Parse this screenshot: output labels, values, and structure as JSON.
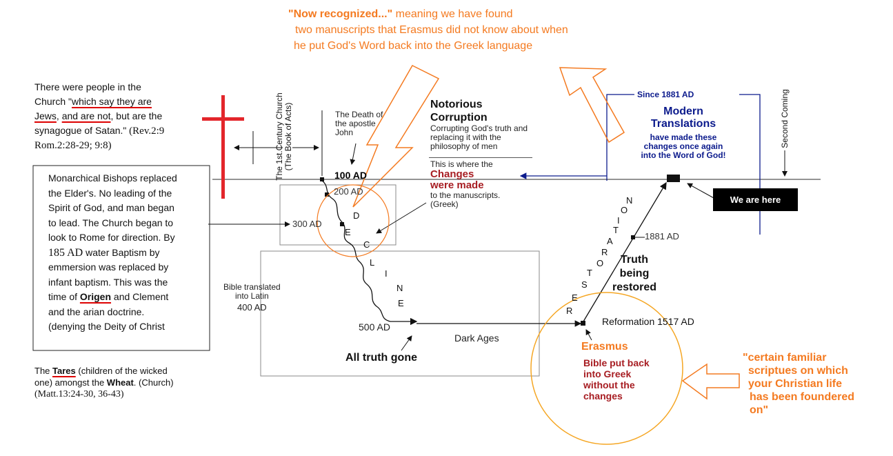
{
  "top_note": {
    "quote": "\"Now recognized...\"",
    "line1_rest": " meaning we have found",
    "line2": "two manuscripts that Erasmus did not know about when",
    "line3": "he put God's Word back into the Greek language"
  },
  "jews_note": {
    "l1": "There were people in the",
    "l2_pre": "Church \"",
    "l2_ul": "which say they are",
    "l3_ul1": "Jews",
    "l3_mid": ", ",
    "l3_ul2": "and are not",
    "l3_post": ", but are the",
    "l4": "synagogue of Satan.\"",
    "l4_ref": " (Rev.2:9",
    "l5": "Rom.2:28-29; 9:8)"
  },
  "bishops_box": {
    "l1": "Monarchical Bishops replaced",
    "l2": "the Elder's. No leading of the",
    "l3": "Spirit of God, and man began",
    "l4": "to lead. The Church began to",
    "l5": "look to Rome for direction. By",
    "l6_num": "185 AD",
    "l6_rest": " water Baptism by",
    "l7": "emmersion was replaced by",
    "l8": "infant baptism. This was the",
    "l9_pre": "time of ",
    "l9_ul": "Origen",
    "l9_post": " and Clement",
    "l10": "and the arian doctrine.",
    "l11": "(denying the Deity of Christ"
  },
  "tares_note": {
    "pre": "The ",
    "tares": "Tares",
    "mid": " (children of the wicked",
    "l2_pre": "one) amongst the ",
    "wheat": "Wheat",
    "l2_post": ". (Church)",
    "l3": "(Matt.13:24-30, 36-43)"
  },
  "first_century": {
    "l1": "The 1st.Century Church",
    "l2": "(The Book of Acts)"
  },
  "death_of_john": {
    "l1": "The Death of",
    "l2": "the apostle",
    "l3": "John"
  },
  "timeline": {
    "ad100": "100 AD",
    "ad200": "200 AD",
    "ad300": "300 AD",
    "ad500": "500 AD",
    "ad1881": "1881 AD",
    "latin_l1": "Bible translated",
    "latin_l2": "into Latin",
    "latin_l3": "400 AD",
    "dark_ages": "Dark Ages",
    "all_truth_gone": "All truth gone",
    "reformation": "Reformation 1517 AD",
    "truth_l1": "Truth",
    "truth_l2": "being",
    "truth_l3": "restored",
    "decline_letters": [
      "D",
      "E",
      "C",
      "L",
      "I",
      "N",
      "E"
    ],
    "restoration_letters": [
      "R",
      "E",
      "S",
      "T",
      "O",
      "R",
      "A",
      "T",
      "I",
      "O",
      "N"
    ]
  },
  "corruption": {
    "title_l1": "Notorious",
    "title_l2": "Corruption",
    "l1": "Corrupting God's truth and",
    "l2": "replacing it with the",
    "l3": "philosophy of men",
    "where_l1": "This is where the",
    "changes_l1": "Changes",
    "changes_l2": "were made",
    "to_l1": "to the manuscripts.",
    "to_l2": "(Greek)"
  },
  "modern": {
    "since": "Since 1881 AD",
    "title_l1": "Modern",
    "title_l2": "Translations",
    "l1": "have made these",
    "l2": "changes once again",
    "l3": "into the Word of God!"
  },
  "second_coming": "Second Coming",
  "we_are_here": "We are here",
  "erasmus": {
    "name": "Erasmus",
    "l1": "Bible put back",
    "l2": "into Greek",
    "l3": "without the",
    "l4": "changes"
  },
  "familiar_note": {
    "l1": "\"certain familiar",
    "l2": "scriptues on which",
    "l3": "your Christian life",
    "l4": "has been foundered",
    "l5": "on\""
  },
  "colors": {
    "orange": "#f47a20",
    "red": "#e3262b",
    "dark_red": "#a71d22",
    "navy": "#0b1a8c",
    "black_box": "#000000"
  }
}
